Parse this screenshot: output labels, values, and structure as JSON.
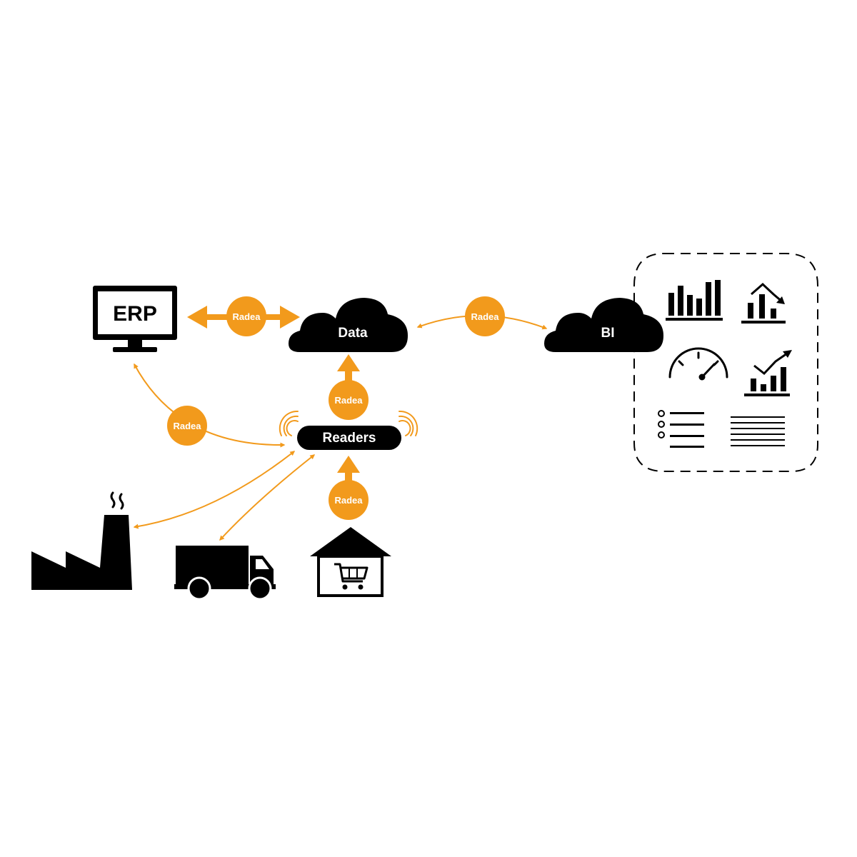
{
  "nodes": {
    "erp": "ERP",
    "data": "Data",
    "bi": "BI",
    "readers": "Readers"
  },
  "connector_label": "Radea",
  "colors": {
    "accent": "#f29a1c",
    "ink": "#000000",
    "background": "#ffffff"
  },
  "icons": {
    "erp": "computer-monitor-icon",
    "data": "cloud-icon",
    "bi": "cloud-icon",
    "readers": "rfid-reader-icon",
    "factory": "factory-icon",
    "truck": "truck-icon",
    "store": "store-cart-icon",
    "dashboard": [
      "bar-chart-icon",
      "declining-chart-icon",
      "gauge-icon",
      "rising-chart-icon",
      "checklist-icon",
      "lines-report-icon"
    ]
  }
}
